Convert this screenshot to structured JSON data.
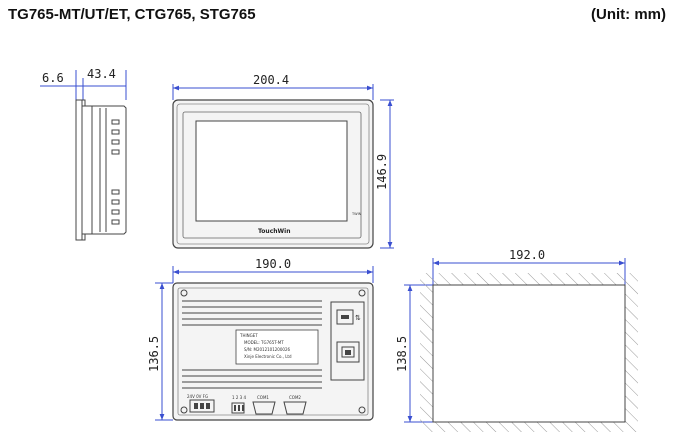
{
  "header": {
    "title": "TG765-MT/UT/ET, CTG765, STG765",
    "unit": "(Unit: mm)"
  },
  "dimensions": {
    "side_depth": "6.6",
    "side_total": "43.4",
    "front_width": "200.4",
    "front_height": "146.9",
    "back_width": "190.0",
    "back_height": "136.5",
    "cutout_width": "192.0",
    "cutout_height": "138.5"
  },
  "front_panel": {
    "logo": "TouchWin",
    "corner_text": "TWIN"
  },
  "back_panel": {
    "label_brand": "THINGET",
    "label_model": "MODEL: TG765T-MT",
    "label_serial": "S/N: M2012101200026",
    "label_maker": "Xinje Electronic Co., Ltd",
    "power_label": "24V 0V FG",
    "dip_label": "1 2 3 4",
    "com1_label": "COM1",
    "com2_label": "COM2"
  },
  "colors": {
    "dimension_lines": "#3a4fd0",
    "outline": "#444444",
    "hatch": "#9a9a9a"
  }
}
